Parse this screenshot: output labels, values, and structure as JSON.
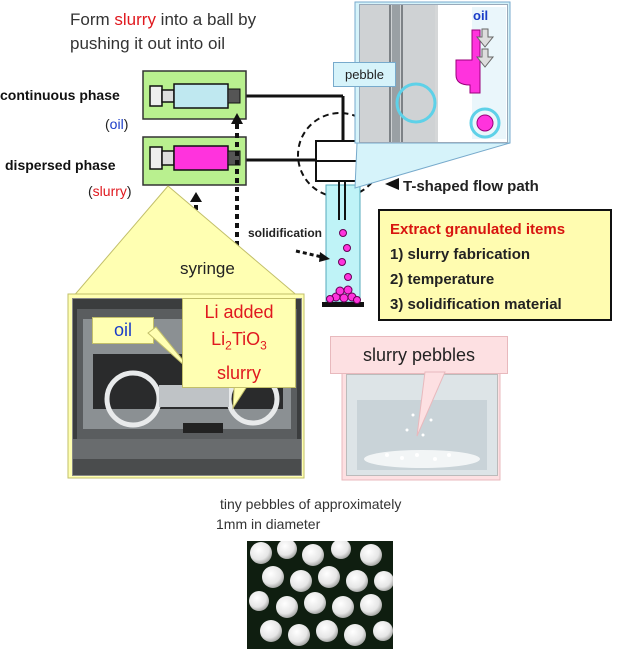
{
  "title": {
    "pre": "Form ",
    "highlight": "slurry",
    "post": " into a ball by",
    "line2": "pushing it out into oil"
  },
  "continuous": {
    "label": "continuous phase",
    "open": "(",
    "sub": "oil",
    "close": ")"
  },
  "dispersed": {
    "label": "dispersed phase",
    "open": "(",
    "sub": "slurry",
    "close": ")"
  },
  "syringe_label": "syringe",
  "solidification_label": "solidification",
  "tflow_label": "T-shaped  flow path",
  "pebble_tag": "pebble",
  "oil_inset_label": "oil",
  "extract": {
    "heading": "Extract  granulated  items",
    "items": [
      "1) slurry  fabrication",
      "2) temperature",
      "3) solidification  material"
    ]
  },
  "photo_oil_label": "oil",
  "li_box": {
    "line1": "Li added",
    "line2_pre": "Li",
    "line2_sub": "2",
    "line2_mid": "TiO",
    "line2_sub2": "3",
    "line3": "slurry"
  },
  "slurry_pebbles_label": "slurry pebbles",
  "tiny_caption": {
    "line1": "tiny pebbles of approximately",
    "line2": "1mm in diameter"
  },
  "colors": {
    "syringe_box": "#b9f08f",
    "slurry": "#ff33dd",
    "label_red": "#e0191f",
    "label_blue": "#1a3cc8",
    "note_yellow": "#ffffb2",
    "pink_note": "#fde0e2",
    "cyan_tube": "#bff3f7"
  }
}
